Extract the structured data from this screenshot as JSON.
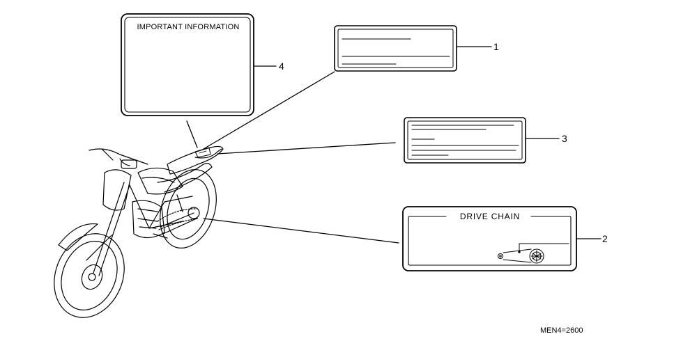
{
  "labels": {
    "label_4": {
      "callout": "4",
      "text": "IMPORTANT INFORMATION"
    },
    "label_1": {
      "callout": "1"
    },
    "label_3": {
      "callout": "3"
    },
    "label_2": {
      "callout": "2",
      "text": "DRIVE CHAIN"
    }
  },
  "diagram_code": "MEN4=2600",
  "icons": {
    "motorcycle": "motorcycle-drawing-icon",
    "chain": "drive-chain-icon"
  }
}
